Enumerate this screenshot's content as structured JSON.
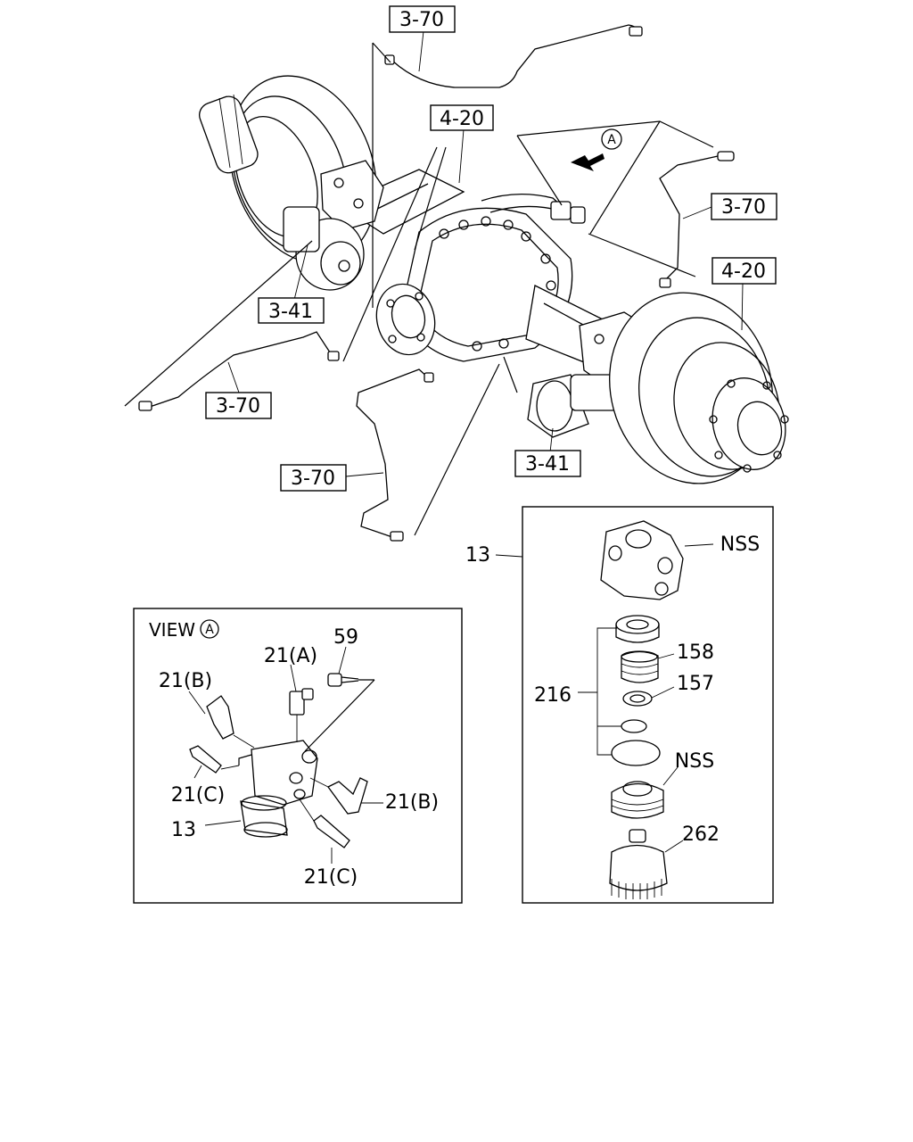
{
  "refs": {
    "r370_top": "3-70",
    "r420_left": "4-20",
    "r370_right": "3-70",
    "r420_right": "4-20",
    "r341_left": "3-41",
    "r370_left": "3-70",
    "r370_bottom": "3-70",
    "r341_right": "3-41"
  },
  "view_marker": "A",
  "view_panel": {
    "title": "VIEW",
    "title_marker": "A",
    "labels": {
      "p59": "59",
      "p21a": "21(A)",
      "p21b_top": "21(B)",
      "p21c_left": "21(C)",
      "p21b_right": "21(B)",
      "p13": "13",
      "p21c_bottom": "21(C)"
    }
  },
  "parts_panel": {
    "callout": "13",
    "labels": {
      "nss_top": "NSS",
      "p158": "158",
      "p216": "216",
      "p157": "157",
      "nss_mid": "NSS",
      "p262": "262"
    }
  }
}
